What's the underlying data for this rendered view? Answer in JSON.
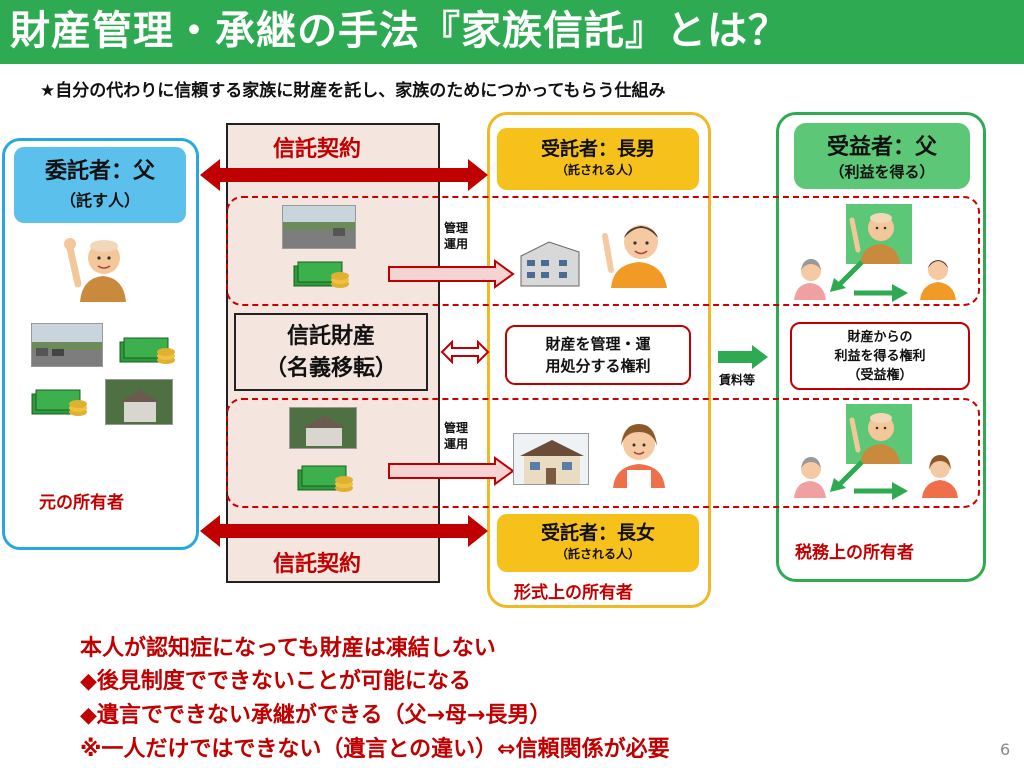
{
  "title": "財産管理・承継の手法『家族信託』とは？",
  "subtitle": "★自分の代わりに信頼する家族に財産を託し、家族のためにつかってもらう仕組み",
  "settlor": {
    "title": "委託者：父",
    "sub": "（託す人）",
    "footer": "元の所有者"
  },
  "center": {
    "contract_top": "信託契約",
    "contract_bottom": "信託契約",
    "property_line1": "信託財産",
    "property_line2": "（名義移転）"
  },
  "trustee_son": {
    "title": "受託者：長男",
    "sub": "（託される人）"
  },
  "trustee_daughter": {
    "title": "受託者：長女",
    "sub": "（託される人）"
  },
  "trustee_footer": "形式上の所有者",
  "management_label_1a": "管理",
  "management_label_1b": "運用",
  "management_label_2a": "管理",
  "management_label_2b": "運用",
  "trustee_right": {
    "line1": "財産を管理・運",
    "line2": "用処分する権利"
  },
  "rent_label": "賃料等",
  "beneficiary": {
    "title": "受益者：父",
    "sub": "（利益を得る）",
    "right_line1": "財産からの",
    "right_line2": "利益を得る権利",
    "right_line3": "（受益権）",
    "footer": "税務上の所有者"
  },
  "bottom": {
    "line1": "本人が認知症になっても財産は凍結しない",
    "line2": "◆後見制度でできないことが可能になる",
    "line3": "◆遺言でできない承継ができる（父→母→長男）",
    "line4": "※一人だけではできない（遺言との違い）⇔信頼関係が必要"
  },
  "page_number": "6",
  "colors": {
    "title_bar": "#2eaa52",
    "settlor_blue": "#29a8e0",
    "trustee_yellow": "#f0b823",
    "beneficiary_green": "#2eaa52",
    "accent_red": "#c00000"
  }
}
